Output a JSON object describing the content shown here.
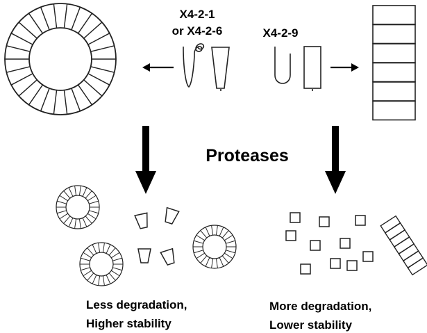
{
  "labels": {
    "top_left_line1": "X4-2-1",
    "top_left_line2": "or X4-2-6",
    "top_right": "X4-2-9",
    "center": "Proteases",
    "bottom_left_line1": "Less degradation,",
    "bottom_left_line2": "Higher stability",
    "bottom_right_line1": "More degradation,",
    "bottom_right_line2": "Lower stability"
  },
  "colors": {
    "line": "#222222",
    "text": "#000000",
    "background": "#ffffff"
  }
}
